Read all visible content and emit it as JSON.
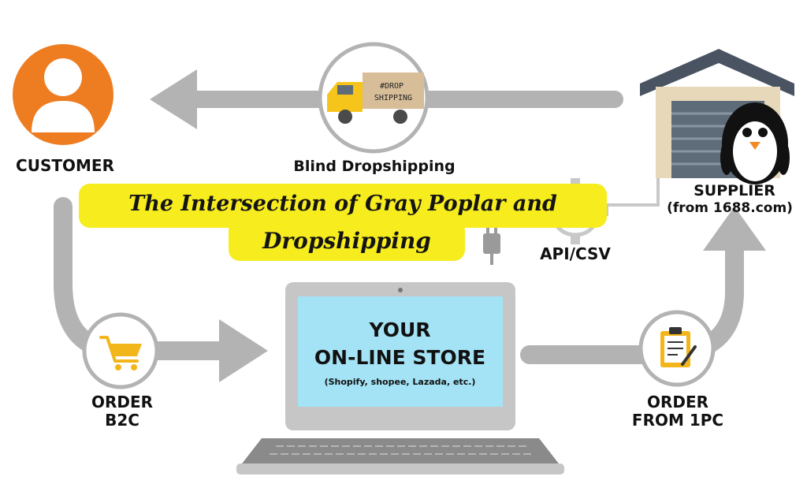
{
  "nodes": {
    "customer": "CUSTOMER",
    "blind_dropshipping": "Blind Dropshipping",
    "supplier": "SUPPLIER",
    "supplier_sub": "(from 1688.com)",
    "api": "API/CSV",
    "order_b2c_line1": "ORDER",
    "order_b2c_line2": "B2C",
    "order_1pc_line1": "ORDER",
    "order_1pc_line2": "FROM 1PC"
  },
  "banner": {
    "line1": "The Intersection of Gray Poplar and",
    "line2": "Dropshipping"
  },
  "store": {
    "line1": "YOUR",
    "line2": "ON-LINE STORE",
    "sub": "(Shopify, shopee, Lazada, etc.)"
  },
  "truck": {
    "line1": "#DROP",
    "line2": "SHIPPING"
  },
  "colors": {
    "arrow": "#b3b3b3",
    "customer": "#ee7d22",
    "banner": "#f7ec1e",
    "screen": "#a4e3f5",
    "laptop": "#c6c6c6",
    "warehouse_roof": "#4a5361",
    "warehouse_wall": "#e7d8b9",
    "truck": "#f6c51b",
    "box": "#d7bd98"
  }
}
